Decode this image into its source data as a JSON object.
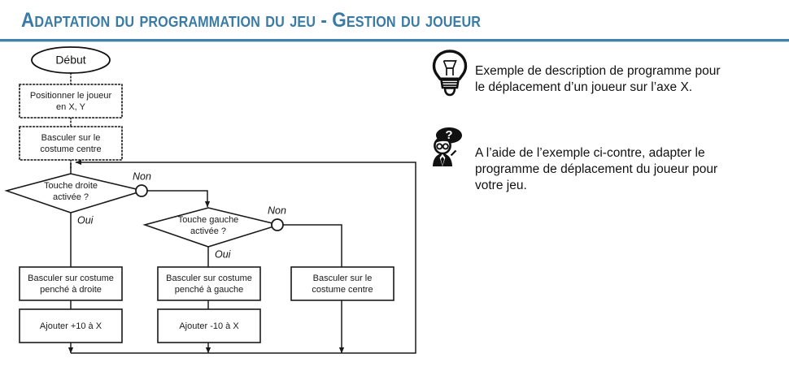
{
  "header": {
    "title": "Adaptation du programmation du jeu - Gestion du joueur",
    "accent_color": "#3a7ba5",
    "rule_color": "#4281ab"
  },
  "flowchart": {
    "start": {
      "label": "Début"
    },
    "steps": [
      {
        "id": "position",
        "line1": "Positionner le joueur",
        "line2": "en X, Y",
        "style": "dotted"
      },
      {
        "id": "costume-init",
        "line1": "Basculer sur le",
        "line2": "costume centre",
        "style": "dotted"
      }
    ],
    "decisions": [
      {
        "id": "touche-droite",
        "line1": "Touche droite",
        "line2": "activée ?",
        "yes": "Oui",
        "no": "Non"
      },
      {
        "id": "touche-gauche",
        "line1": "Touche gauche",
        "line2": "activée ?",
        "yes": "Oui",
        "no": "Non"
      }
    ],
    "actions": [
      {
        "id": "costume-droite",
        "line1": "Basculer sur costume",
        "line2": "penché à droite"
      },
      {
        "id": "costume-gauche",
        "line1": "Basculer sur costume",
        "line2": "penché à gauche"
      },
      {
        "id": "costume-centre",
        "line1": "Basculer sur le",
        "line2": "costume centre"
      }
    ],
    "moves": [
      {
        "id": "ajouter-plus",
        "label": "Ajouter +10 à X"
      },
      {
        "id": "ajouter-moins",
        "label": "Ajouter -10 à X"
      }
    ]
  },
  "notes": [
    {
      "id": "example",
      "icon": "lightbulb-icon",
      "line1": "Exemple de description de programme pour",
      "line2": "le déplacement d’un joueur sur l’axe X.",
      "line3": ""
    },
    {
      "id": "task",
      "icon": "person-question-icon",
      "line1": "A l’aide de l’exemple ci-contre, adapter le",
      "line2": "programme de déplacement du joueur pour",
      "line3": "votre jeu."
    }
  ]
}
